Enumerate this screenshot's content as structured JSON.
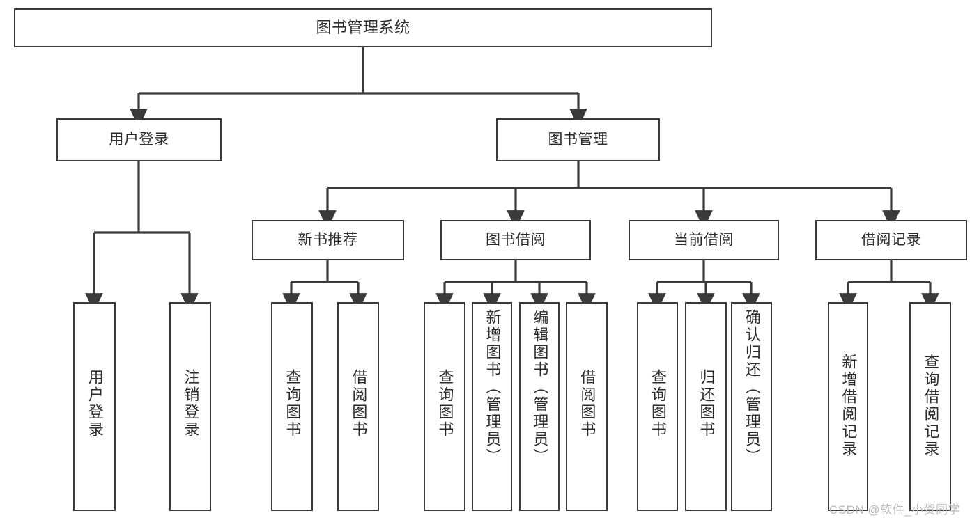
{
  "diagram": {
    "title": "图书管理系统",
    "type": "hierarchy-tree",
    "root": {
      "id": "root",
      "label": "图书管理系统"
    },
    "tier2": [
      {
        "id": "user-login",
        "label": "用户登录"
      },
      {
        "id": "book-manage",
        "label": "图书管理"
      }
    ],
    "tier3": [
      {
        "id": "new-book-rec",
        "label": "新书推荐",
        "parent": "book-manage"
      },
      {
        "id": "book-borrow",
        "label": "图书借阅",
        "parent": "book-manage"
      },
      {
        "id": "current-borrow",
        "label": "当前借阅",
        "parent": "book-manage"
      },
      {
        "id": "borrow-record",
        "label": "借阅记录",
        "parent": "book-manage"
      }
    ],
    "leaves": [
      {
        "id": "leaf-user-login",
        "label": "用户登录",
        "parent": "user-login"
      },
      {
        "id": "leaf-user-logout",
        "label": "注销登录",
        "parent": "user-login"
      },
      {
        "id": "leaf-query-book-1",
        "label": "查询图书",
        "parent": "new-book-rec"
      },
      {
        "id": "leaf-borrow-book-1",
        "label": "借阅图书",
        "parent": "new-book-rec"
      },
      {
        "id": "leaf-query-book-2",
        "label": "查询图书",
        "parent": "book-borrow"
      },
      {
        "id": "leaf-add-book",
        "label": "新增图书（管理员）",
        "parent": "book-borrow"
      },
      {
        "id": "leaf-edit-book",
        "label": "编辑图书（管理员）",
        "parent": "book-borrow"
      },
      {
        "id": "leaf-borrow-book-2",
        "label": "借阅图书",
        "parent": "book-borrow"
      },
      {
        "id": "leaf-query-book-3",
        "label": "查询图书",
        "parent": "current-borrow"
      },
      {
        "id": "leaf-return-book",
        "label": "归还图书",
        "parent": "current-borrow"
      },
      {
        "id": "leaf-confirm-return",
        "label": "确认归还（管理员）",
        "parent": "current-borrow"
      },
      {
        "id": "leaf-add-record",
        "label": "新增借阅记录",
        "parent": "borrow-record"
      },
      {
        "id": "leaf-query-record",
        "label": "查询借阅记录",
        "parent": "borrow-record"
      }
    ],
    "colors": {
      "stroke": "#3a3a3a",
      "text": "#2b2b2b",
      "background": "#ffffff",
      "watermark": "#b9b9b9"
    }
  },
  "watermark": {
    "text": "CSDN @软件_小贺同学"
  }
}
